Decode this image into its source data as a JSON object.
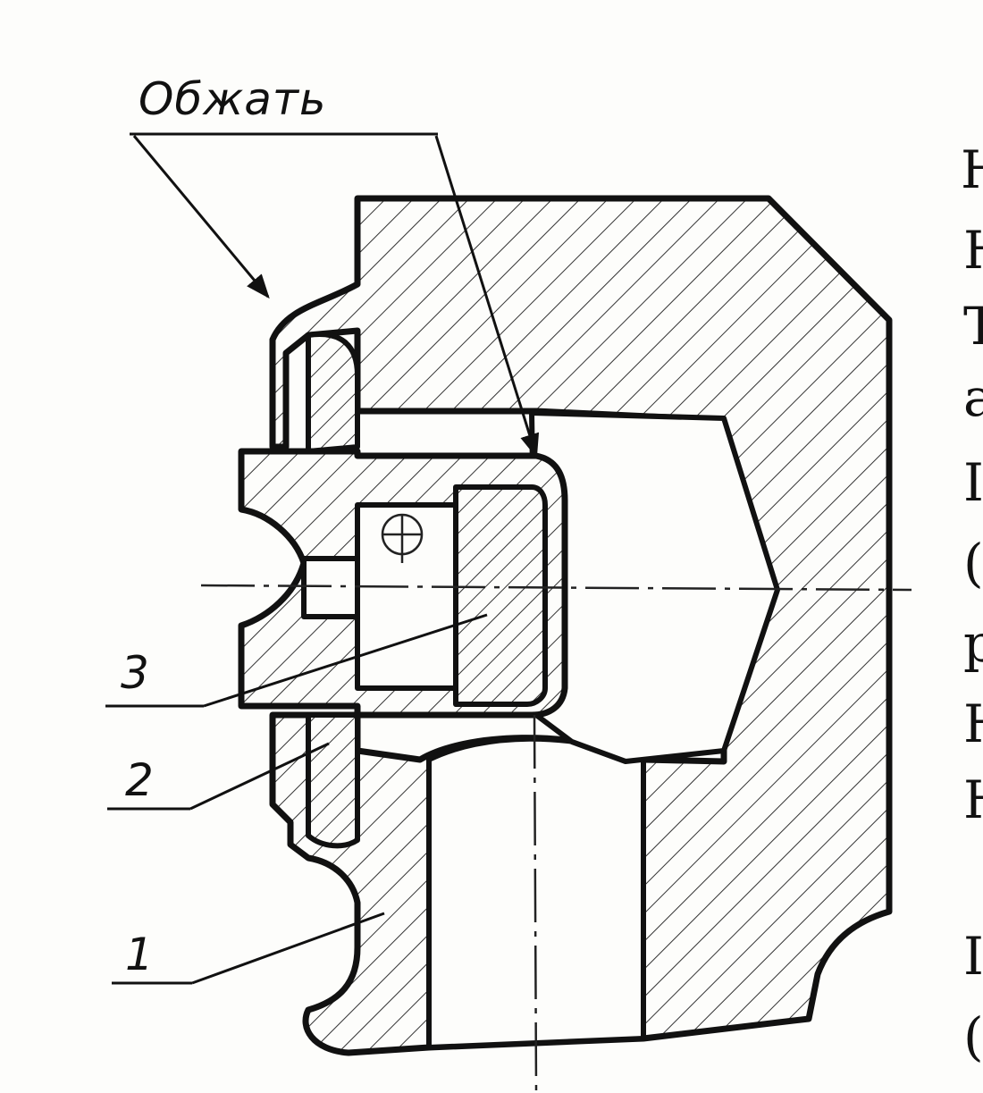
{
  "diagram": {
    "top_label": "Обжать",
    "callouts": [
      {
        "id": "3",
        "text": "3"
      },
      {
        "id": "2",
        "text": "2"
      },
      {
        "id": "1",
        "text": "1"
      }
    ],
    "edge_text": [
      "H",
      "H",
      "T",
      "a",
      "I",
      "(",
      "p",
      "H",
      "H",
      "I",
      "("
    ],
    "colors": {
      "ink": "#111111",
      "paper": "#fdfdfb"
    }
  }
}
